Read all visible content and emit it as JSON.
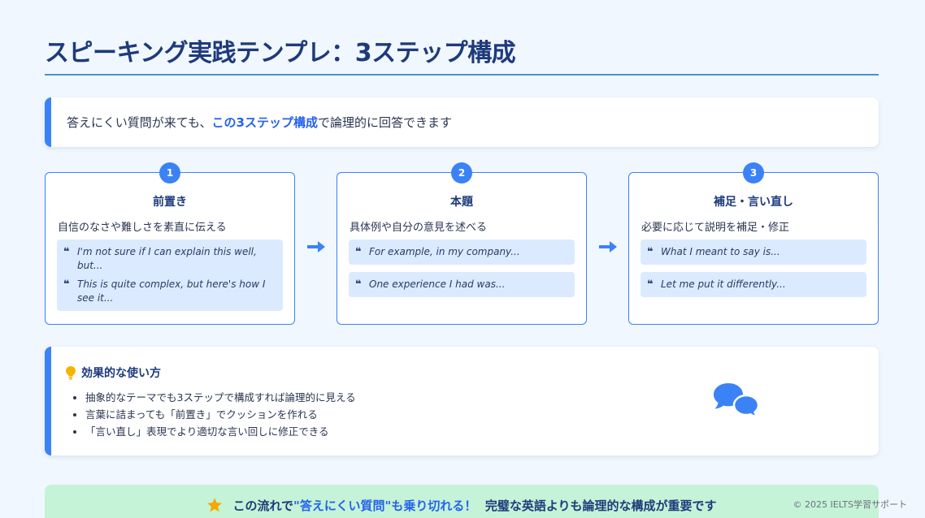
{
  "title": "スピーキング実践テンプレ：3ステップ構成",
  "intro": {
    "prefix": "答えにくい質問が来ても、",
    "highlight": "この3ステップ構成",
    "suffix": "で論理的に回答できます"
  },
  "steps": [
    {
      "number": "1",
      "title": "前置き",
      "desc": "自信のなさや難しさを素直に伝える",
      "phrases": [
        "I'm not sure if I can explain this well, but...",
        "This is quite complex, but here's how I see it..."
      ]
    },
    {
      "number": "2",
      "title": "本題",
      "desc": "具体例や自分の意見を述べる",
      "phrases": [
        "For example, in my company...",
        "One experience I had was..."
      ]
    },
    {
      "number": "3",
      "title": "補足・言い直し",
      "desc": "必要に応じて説明を補足・修正",
      "phrases": [
        "What I meant to say is...",
        "Let me put it differently..."
      ]
    }
  ],
  "tips": {
    "heading": "効果的な使い方",
    "items": [
      "抽象的なテーマでも3ステップで構成すれば論理的に見える",
      "言葉に詰まっても「前置き」でクッションを作れる",
      "「言い直し」表現でより適切な言い回しに修正できる"
    ]
  },
  "footer": {
    "prefix": "この流れで",
    "highlight": "\"答えにくい質問\"も乗り切れる！",
    "suffix": "完璧な英語よりも論理的な構成が重要です"
  },
  "copyright": "© 2025 IELTS学習サポート",
  "icons": {
    "quote": "quote-icon",
    "arrow": "arrow-right-icon",
    "bulb": "lightbulb-icon",
    "chat": "chat-bubbles-icon",
    "star": "star-icon"
  },
  "colors": {
    "accent": "#3b82f6",
    "title": "#1e3a7b",
    "background": "#f0f7fe",
    "phrase_bg": "#dbeafe",
    "footer_bg": "#c5f3d7",
    "bulb": "#f5b400",
    "star": "#f5a800"
  }
}
